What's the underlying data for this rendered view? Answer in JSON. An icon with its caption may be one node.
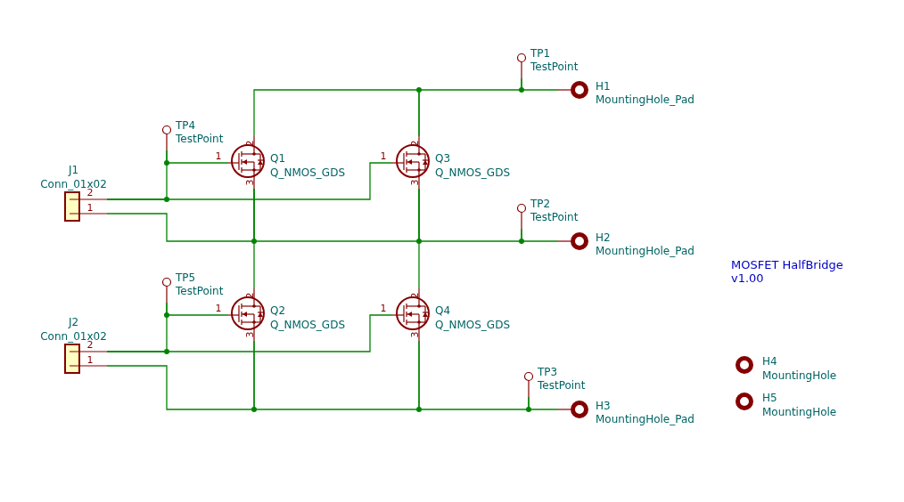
{
  "diagram": {
    "nodes": [
      {
        "text": [
          "TP1",
          "TestPoint"
        ]
      },
      {
        "text": [
          "H1",
          "MountingHole_Pad"
        ]
      },
      {
        "text": [
          "TP4",
          "TestPoint"
        ]
      },
      {
        "text": [
          "Q1",
          "Q_NMOS_GDS"
        ]
      },
      {
        "text": [
          "Q3",
          "Q_NMOS_GDS"
        ]
      },
      {
        "text": [
          "J1",
          "Conn_01x02"
        ]
      },
      {
        "text": [
          "TP2",
          "TestPoint"
        ]
      },
      {
        "text": [
          "H2",
          "MountingHole_Pad"
        ]
      },
      {
        "text": [
          "TP5",
          "TestPoint"
        ]
      },
      {
        "text": [
          "Q2",
          "Q_NMOS_GDS"
        ]
      },
      {
        "text": [
          "Q4",
          "Q_NMOS_GDS"
        ]
      },
      {
        "text": [
          "J2",
          "Conn_01x02"
        ]
      },
      {
        "text": [
          "TP3",
          "TestPoint"
        ]
      },
      {
        "text": [
          "H3",
          "MountingHole_Pad"
        ]
      },
      {
        "text": [
          "H4",
          "MountingHole"
        ]
      },
      {
        "text": [
          "H5",
          "MountingHole"
        ]
      }
    ],
    "edges": [
      {
        "from": 3,
        "to": 4,
        "arrow": "none"
      },
      {
        "from": 4,
        "to": 0,
        "arrow": "none"
      },
      {
        "from": 0,
        "to": 1,
        "arrow": "none"
      },
      {
        "from": 2,
        "to": 3,
        "arrow": "none"
      },
      {
        "from": 2,
        "to": 5,
        "arrow": "none"
      },
      {
        "from": 5,
        "to": 4,
        "arrow": "none"
      },
      {
        "from": 5,
        "to": 3,
        "arrow": "none"
      },
      {
        "from": 3,
        "to": 9,
        "arrow": "none"
      },
      {
        "from": 3,
        "to": 4,
        "arrow": "none"
      },
      {
        "from": 4,
        "to": 10,
        "arrow": "none"
      },
      {
        "from": 4,
        "to": 6,
        "arrow": "none"
      },
      {
        "from": 6,
        "to": 7,
        "arrow": "none"
      },
      {
        "from": 8,
        "to": 9,
        "arrow": "none"
      },
      {
        "from": 8,
        "to": 11,
        "arrow": "none"
      },
      {
        "from": 11,
        "to": 10,
        "arrow": "none"
      },
      {
        "from": 11,
        "to": 9,
        "arrow": "none"
      },
      {
        "from": 9,
        "to": 10,
        "arrow": "none"
      },
      {
        "from": 10,
        "to": 12,
        "arrow": "none"
      },
      {
        "from": 12,
        "to": 13,
        "arrow": "none"
      }
    ],
    "labels": [
      "2",
      "1",
      "3",
      "2",
      "1",
      "3",
      "2",
      "1",
      "2",
      "1",
      "3",
      "2",
      "1",
      "3",
      "2",
      "1",
      "MOSFET HalfBridge",
      "v1.00"
    ]
  }
}
